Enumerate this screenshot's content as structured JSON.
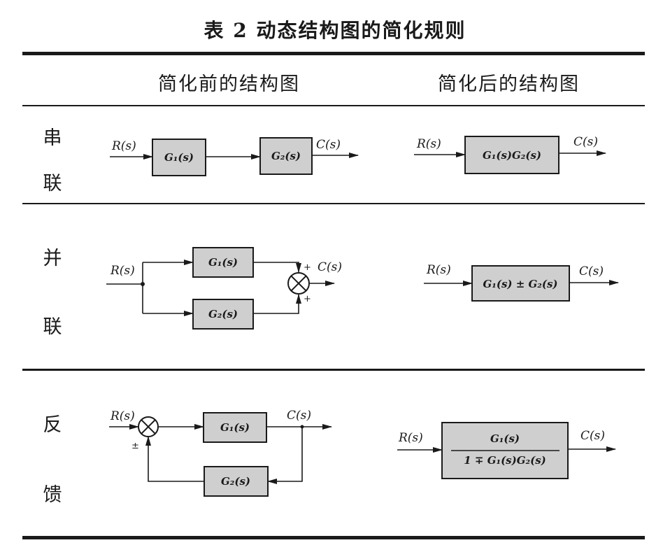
{
  "title": "表 2    动态结构图的简化规则",
  "columns": {
    "before": "简化前的结构图",
    "after": "简化后的结构图"
  },
  "rows": {
    "series": {
      "label_top": "串",
      "label_bottom": "联"
    },
    "parallel": {
      "label_top": "并",
      "label_bottom": "联"
    },
    "feedback": {
      "label_top": "反",
      "label_bottom": "馈"
    }
  },
  "signals": {
    "input": "R(s)",
    "output": "C(s)"
  },
  "blocks": {
    "g1": "G₁(s)",
    "g2": "G₂(s)",
    "series_result": "G₁(s)G₂(s)",
    "parallel_result": "G₁(s) ± G₂(s)",
    "feedback_numerator": "G₁(s)",
    "feedback_denominator": "1 ∓ G₁(s)G₂(s)"
  },
  "sum_signs": {
    "plus": "+",
    "plus_minus": "±"
  },
  "icons": {
    "summing_junction": "circle-cross-icon",
    "arrow": "arrow-right-icon"
  }
}
